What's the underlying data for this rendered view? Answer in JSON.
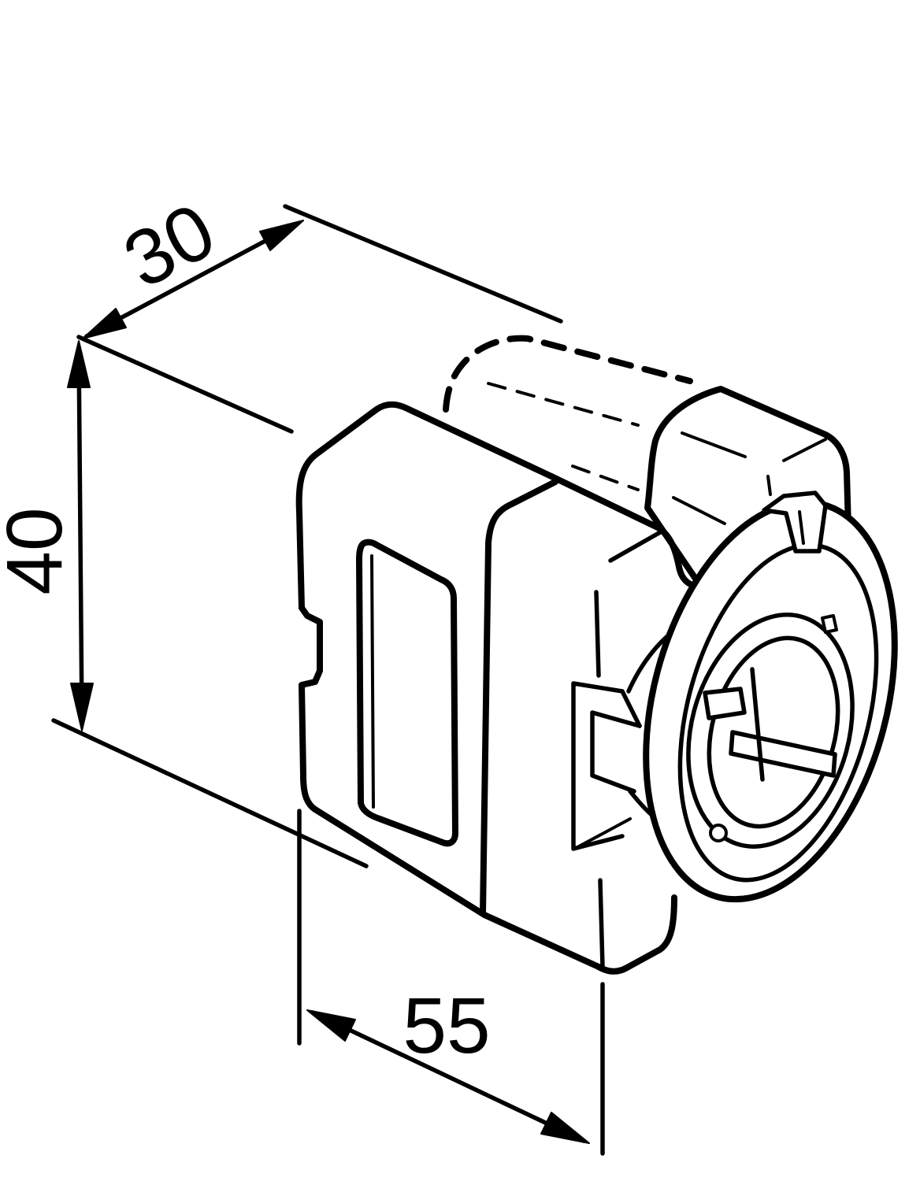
{
  "dimensions": {
    "depth_label": "30",
    "height_label": "40",
    "width_label": "55"
  },
  "colors": {
    "line": "#000000",
    "background": "#ffffff"
  }
}
